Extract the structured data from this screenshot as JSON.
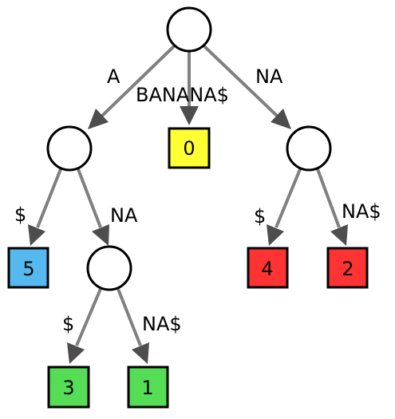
{
  "edge_labels": {
    "root_left": "A",
    "root_middle": "BANANA$",
    "root_right": "NA",
    "a_left": "$",
    "a_right": "NA",
    "ana_left": "$",
    "ana_right": "NA$",
    "na_left": "$",
    "na_right": "NA$"
  },
  "leaves": {
    "leaf_0": "0",
    "leaf_5": "5",
    "leaf_3": "3",
    "leaf_1": "1",
    "leaf_4": "4",
    "leaf_2": "2"
  },
  "colors": {
    "yellow": "#ffff33",
    "blue": "#55b9f0",
    "green": "#55dd55",
    "red": "#ff3333"
  }
}
